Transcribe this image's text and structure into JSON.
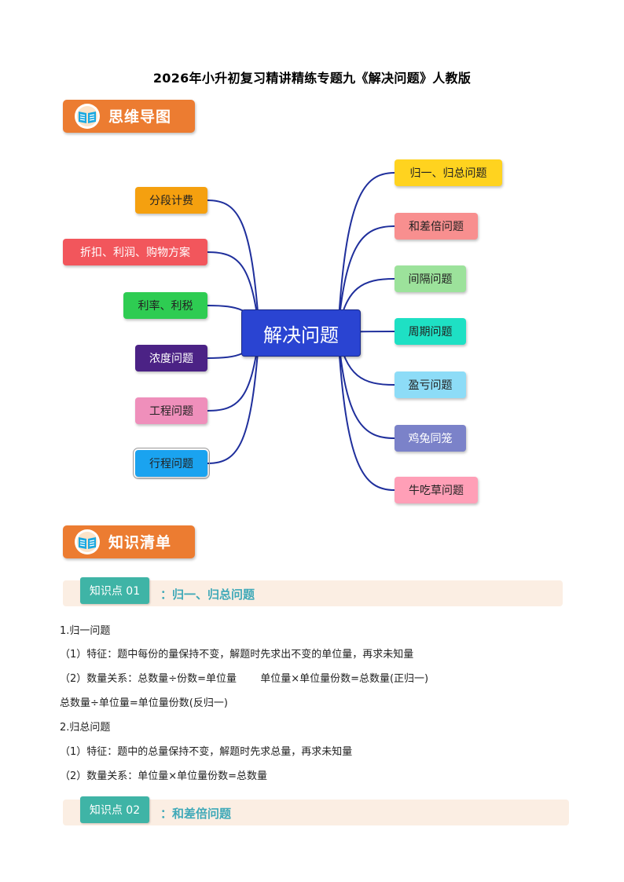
{
  "document": {
    "title": "2026年小升初复习精讲精练专题九《解决问题》人教版"
  },
  "sections": {
    "mindmap": {
      "label": "思维导图"
    },
    "knowledge": {
      "label": "知识清单"
    }
  },
  "icon": {
    "name": "book-icon"
  },
  "colors": {
    "banner": "#ec7c31",
    "center": "#2a44d2",
    "line": "#1f2f9c",
    "kp_bar": "#fbeee3",
    "kp_tag": "#3fb4a6",
    "kp_title": "#3fa9b8"
  },
  "mindmap": {
    "center": "解决问题",
    "left": [
      {
        "label": "分段计费",
        "color": "#f5a00f",
        "text_color": "#222"
      },
      {
        "label": "折扣、利润、购物方案",
        "color": "#f2565c",
        "text_color": "#fff"
      },
      {
        "label": "利率、利税",
        "color": "#2ecc52",
        "text_color": "#222"
      },
      {
        "label": "浓度问题",
        "color": "#4b2285",
        "text_color": "#fff"
      },
      {
        "label": "工程问题",
        "color": "#ef8fbb",
        "text_color": "#222"
      },
      {
        "label": "行程问题",
        "color": "#1aa3f0",
        "text_color": "#222"
      }
    ],
    "right": [
      {
        "label": "归一、归总问题",
        "color": "#ffd31f",
        "text_color": "#222"
      },
      {
        "label": "和差倍问题",
        "color": "#f88f8f",
        "text_color": "#222"
      },
      {
        "label": "间隔问题",
        "color": "#9ce29b",
        "text_color": "#222"
      },
      {
        "label": "周期问题",
        "color": "#1ee0c4",
        "text_color": "#222"
      },
      {
        "label": "盈亏问题",
        "color": "#8ddcf7",
        "text_color": "#222"
      },
      {
        "label": "鸡兔同笼",
        "color": "#7b82c9",
        "text_color": "#fff"
      },
      {
        "label": "牛吃草问题",
        "color": "#ff9fb7",
        "text_color": "#222"
      }
    ]
  },
  "knowledge_points": [
    {
      "tag": "知识点 01",
      "title": "：归一、归总问题"
    },
    {
      "tag": "知识点 02",
      "title": "：和差倍问题"
    }
  ],
  "content": {
    "lines": [
      "1.归一问题",
      "（1）特征：题中每份的量保持不变，解题时先求出不变的单位量，再求未知量",
      "（2）数量关系：总数量÷份数=单位量　　 单位量×单位量份数=总数量(正归一)",
      "总数量÷单位量=单位量份数(反归一)",
      "2.归总问题",
      "（1）特征：题中的总量保持不变，解题时先求总量，再求未知量",
      "（2）数量关系：单位量×单位量份数=总数量"
    ]
  }
}
